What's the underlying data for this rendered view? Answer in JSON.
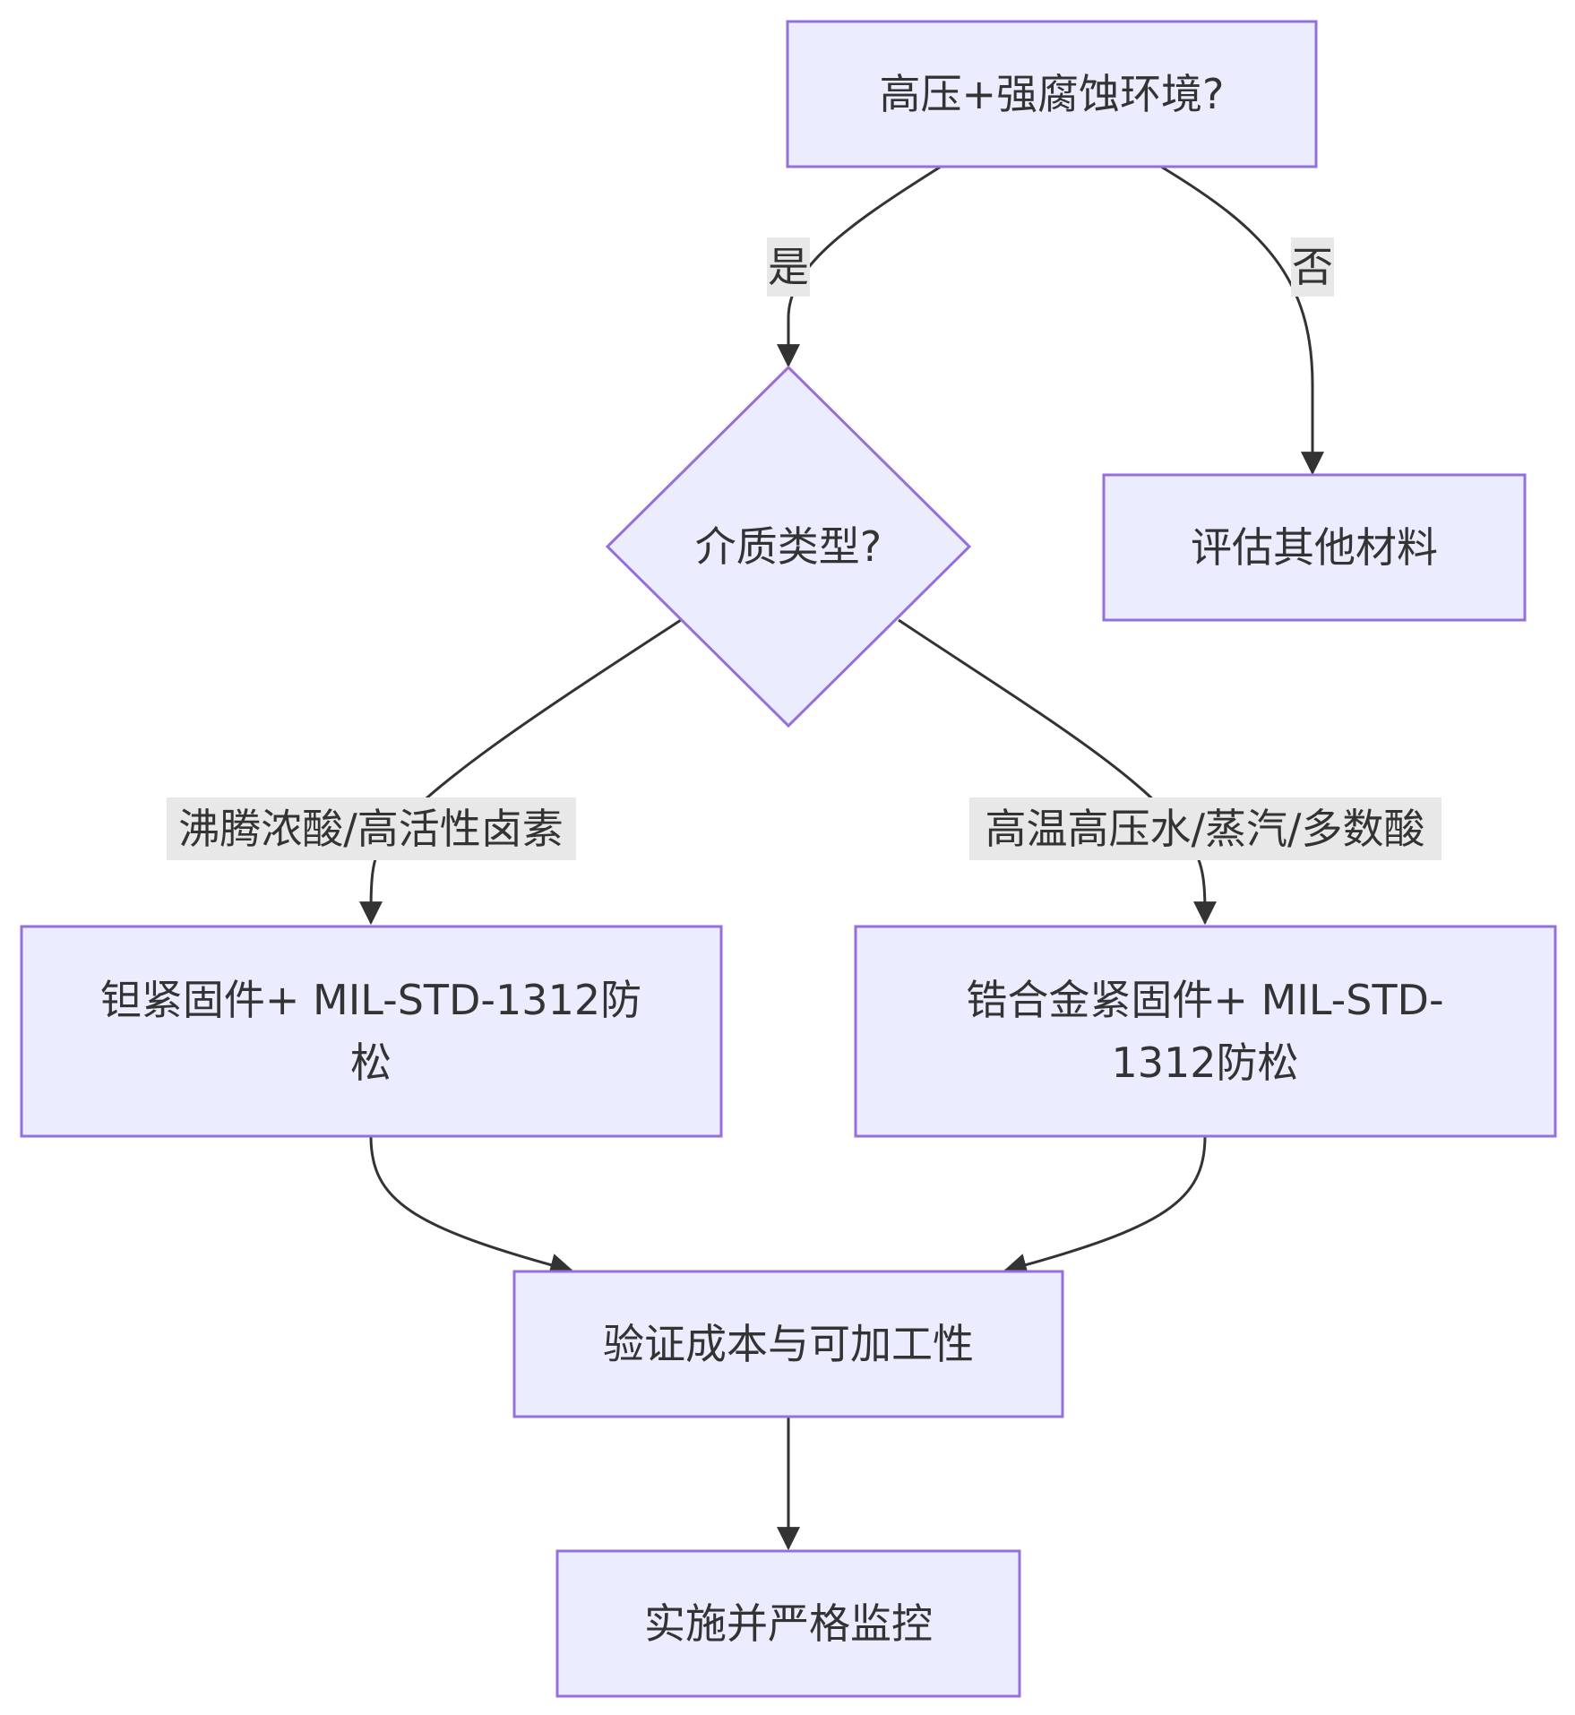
{
  "colors": {
    "node_fill": "#ececff",
    "node_stroke": "#9370db",
    "edge": "#333333",
    "edge_label_bg": "#e8e8e8",
    "text": "#333333"
  },
  "nodes": {
    "start": "高压+强腐蚀环境?",
    "medium_decision": "介质类型?",
    "other_materials": "评估其他材料",
    "tantalum_line1": "钽紧固件+ MIL-STD-1312防",
    "tantalum_line2": "松",
    "zirconium_line1": "锆合金紧固件+ MIL-STD-",
    "zirconium_line2": "1312防松",
    "verify": "验证成本与可加工性",
    "implement": "实施并严格监控"
  },
  "edges": {
    "yes": "是",
    "no": "否",
    "boiling_acid": "沸腾浓酸/高活性卤素",
    "hot_water": "高温高压水/蒸汽/多数酸"
  }
}
